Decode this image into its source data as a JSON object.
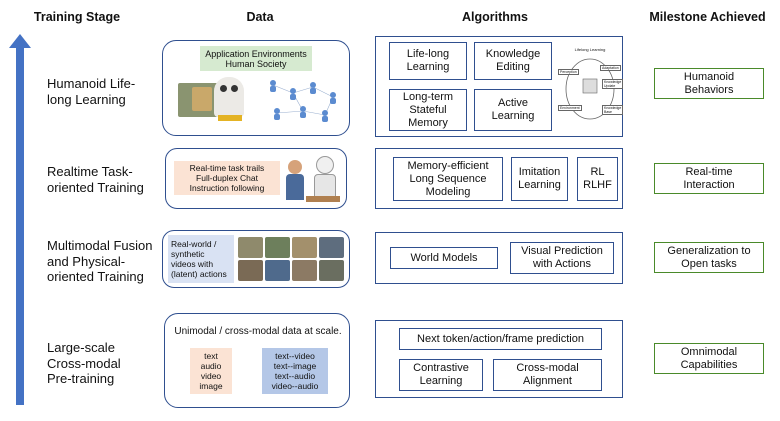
{
  "headers": {
    "stage": "Training Stage",
    "data": "Data",
    "algorithms": "Algorithms",
    "milestone": "Milestone Achieved"
  },
  "rows": [
    {
      "stage": "Humanoid Life-\nlong Learning",
      "data": {
        "box1": "Application Environments\nHuman Society"
      },
      "algorithms": [
        "Life-long\nLearning",
        "Knowledge\nEditing",
        "Long-term\nStateful\nMemory",
        "Active\nLearning"
      ],
      "cycle": {
        "title": "Lifelong Learning",
        "perception": "Perception",
        "adaptation": "Adaptation",
        "knowledge_update": "Knowledge\nUpdate",
        "knowledge_base": "Knowledge\nBase",
        "environment": "Environment"
      },
      "milestone": "Humanoid\nBehaviors"
    },
    {
      "stage": "Realtime Task-\noriented Training",
      "data": {
        "box1": "Real-time task trails\nFull-duplex Chat\nInstruction following"
      },
      "algorithms": [
        "Memory-efficient\nLong Sequence\nModeling",
        "Imitation\nLearning",
        "RL\nRLHF"
      ],
      "milestone": "Real-time\nInteraction"
    },
    {
      "stage": "Multimodal Fusion\nand Physical-\noriented Training",
      "data": {
        "box1": "Real-world /\nsynthetic\nvideos with\n(latent) actions"
      },
      "algorithms": [
        "World Models",
        "Visual Prediction\nwith Actions"
      ],
      "milestone": "Generalization to\nOpen tasks"
    },
    {
      "stage": "Large-scale\nCross-modal\nPre-training",
      "data": {
        "caption": "Unimodal / cross-modal data at scale.",
        "box1": "text\naudio\nvideo\nimage",
        "box2": "text--video\ntext--image\ntext--audio\nvideo--audio"
      },
      "algorithms": [
        "Next token/action/frame prediction",
        "Contrastive\nLearning",
        "Cross-modal\nAlignment"
      ],
      "milestone": "Omnimodal\nCapabilities"
    }
  ],
  "colors": {
    "arrow": "#4472c4",
    "box_border": "#2f4f8f",
    "milestone_border": "#4a8a2a",
    "green_fill": "#d6ead0",
    "peach_fill": "#fbe3d4",
    "blue_fill": "#d9e2f3",
    "blue_fill_dark": "#b4c7e7"
  }
}
